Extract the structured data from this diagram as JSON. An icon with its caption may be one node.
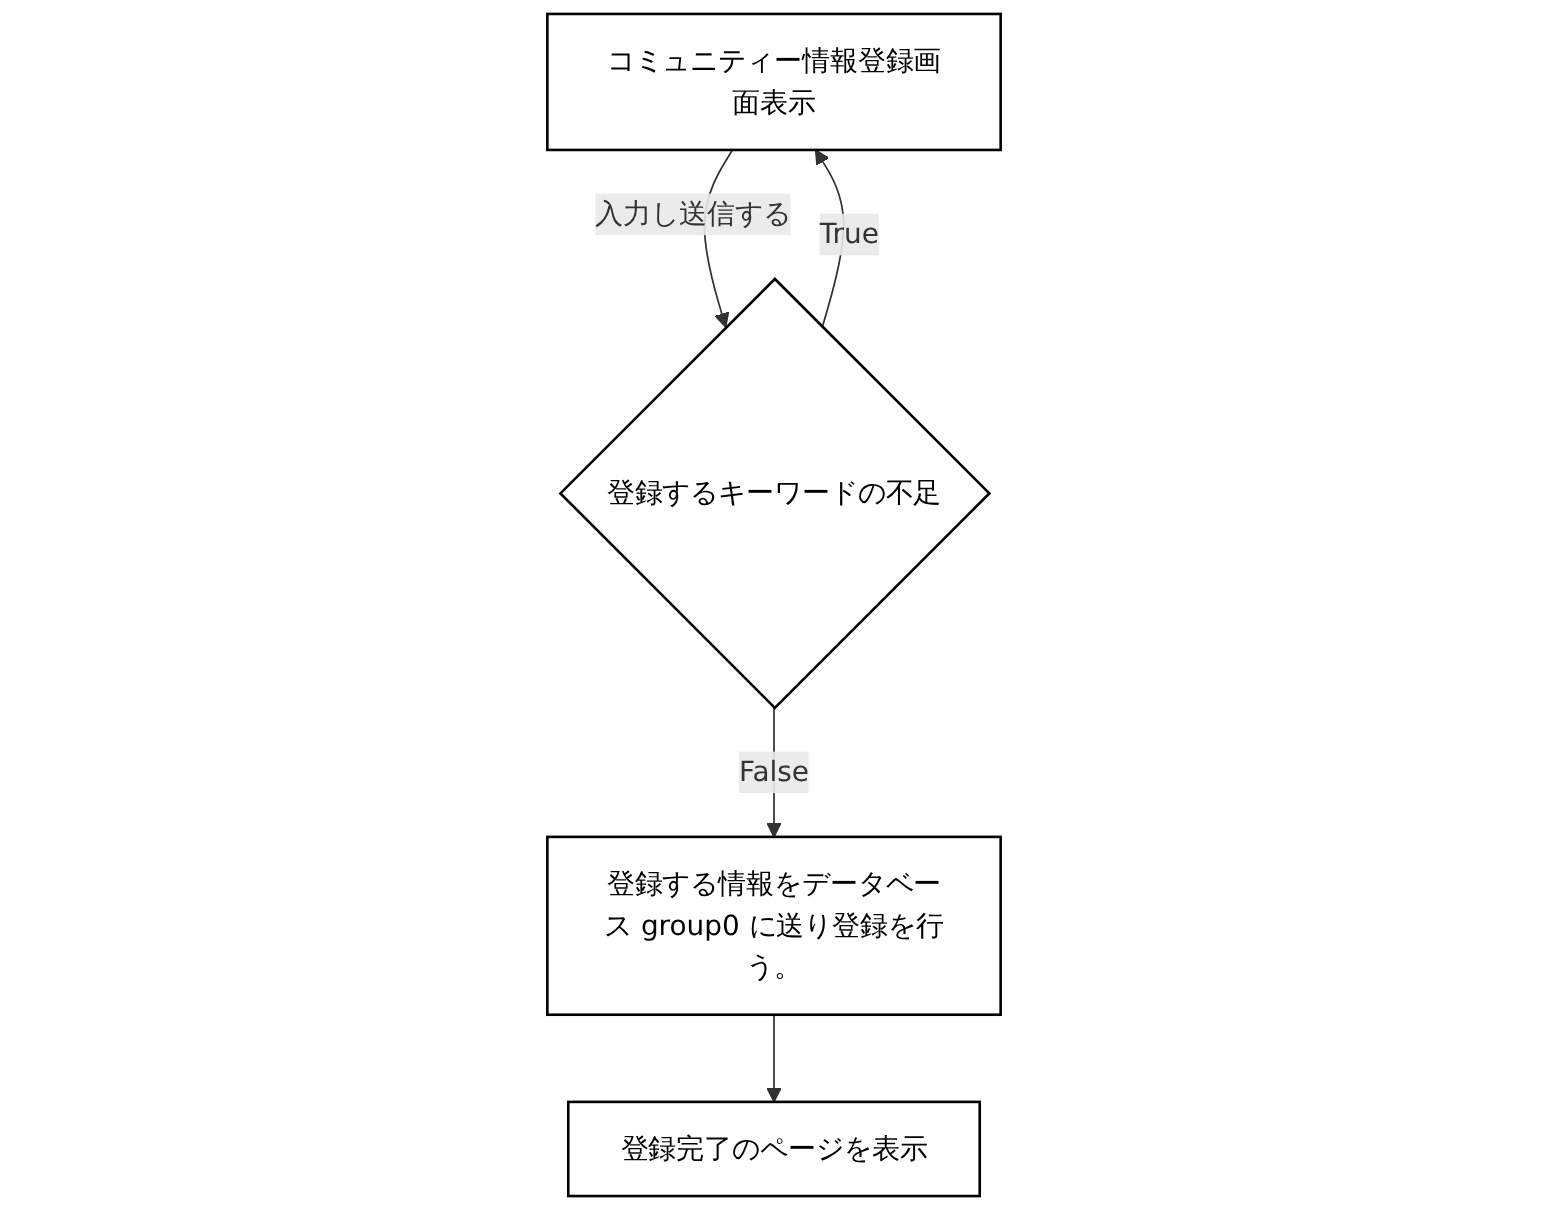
{
  "diagram": {
    "nodes": [
      {
        "text": [
          "コミュニティー情報登録画面表示"
        ]
      },
      {
        "text": [
          "登録するキーワードの不足"
        ]
      },
      {
        "text": [
          "登録する情報をデータベース group0 に送り登録を行う。"
        ]
      },
      {
        "text": [
          "登録完了のページを表示"
        ]
      }
    ],
    "edges": [
      {
        "from": 0,
        "to": 1,
        "arrow": "to",
        "label": "入力し送信する"
      },
      {
        "from": 1,
        "to": 0,
        "arrow": "to",
        "label": "True"
      },
      {
        "from": 1,
        "to": 2,
        "arrow": "to",
        "label": "False"
      },
      {
        "from": 2,
        "to": 3,
        "arrow": "to"
      }
    ]
  }
}
